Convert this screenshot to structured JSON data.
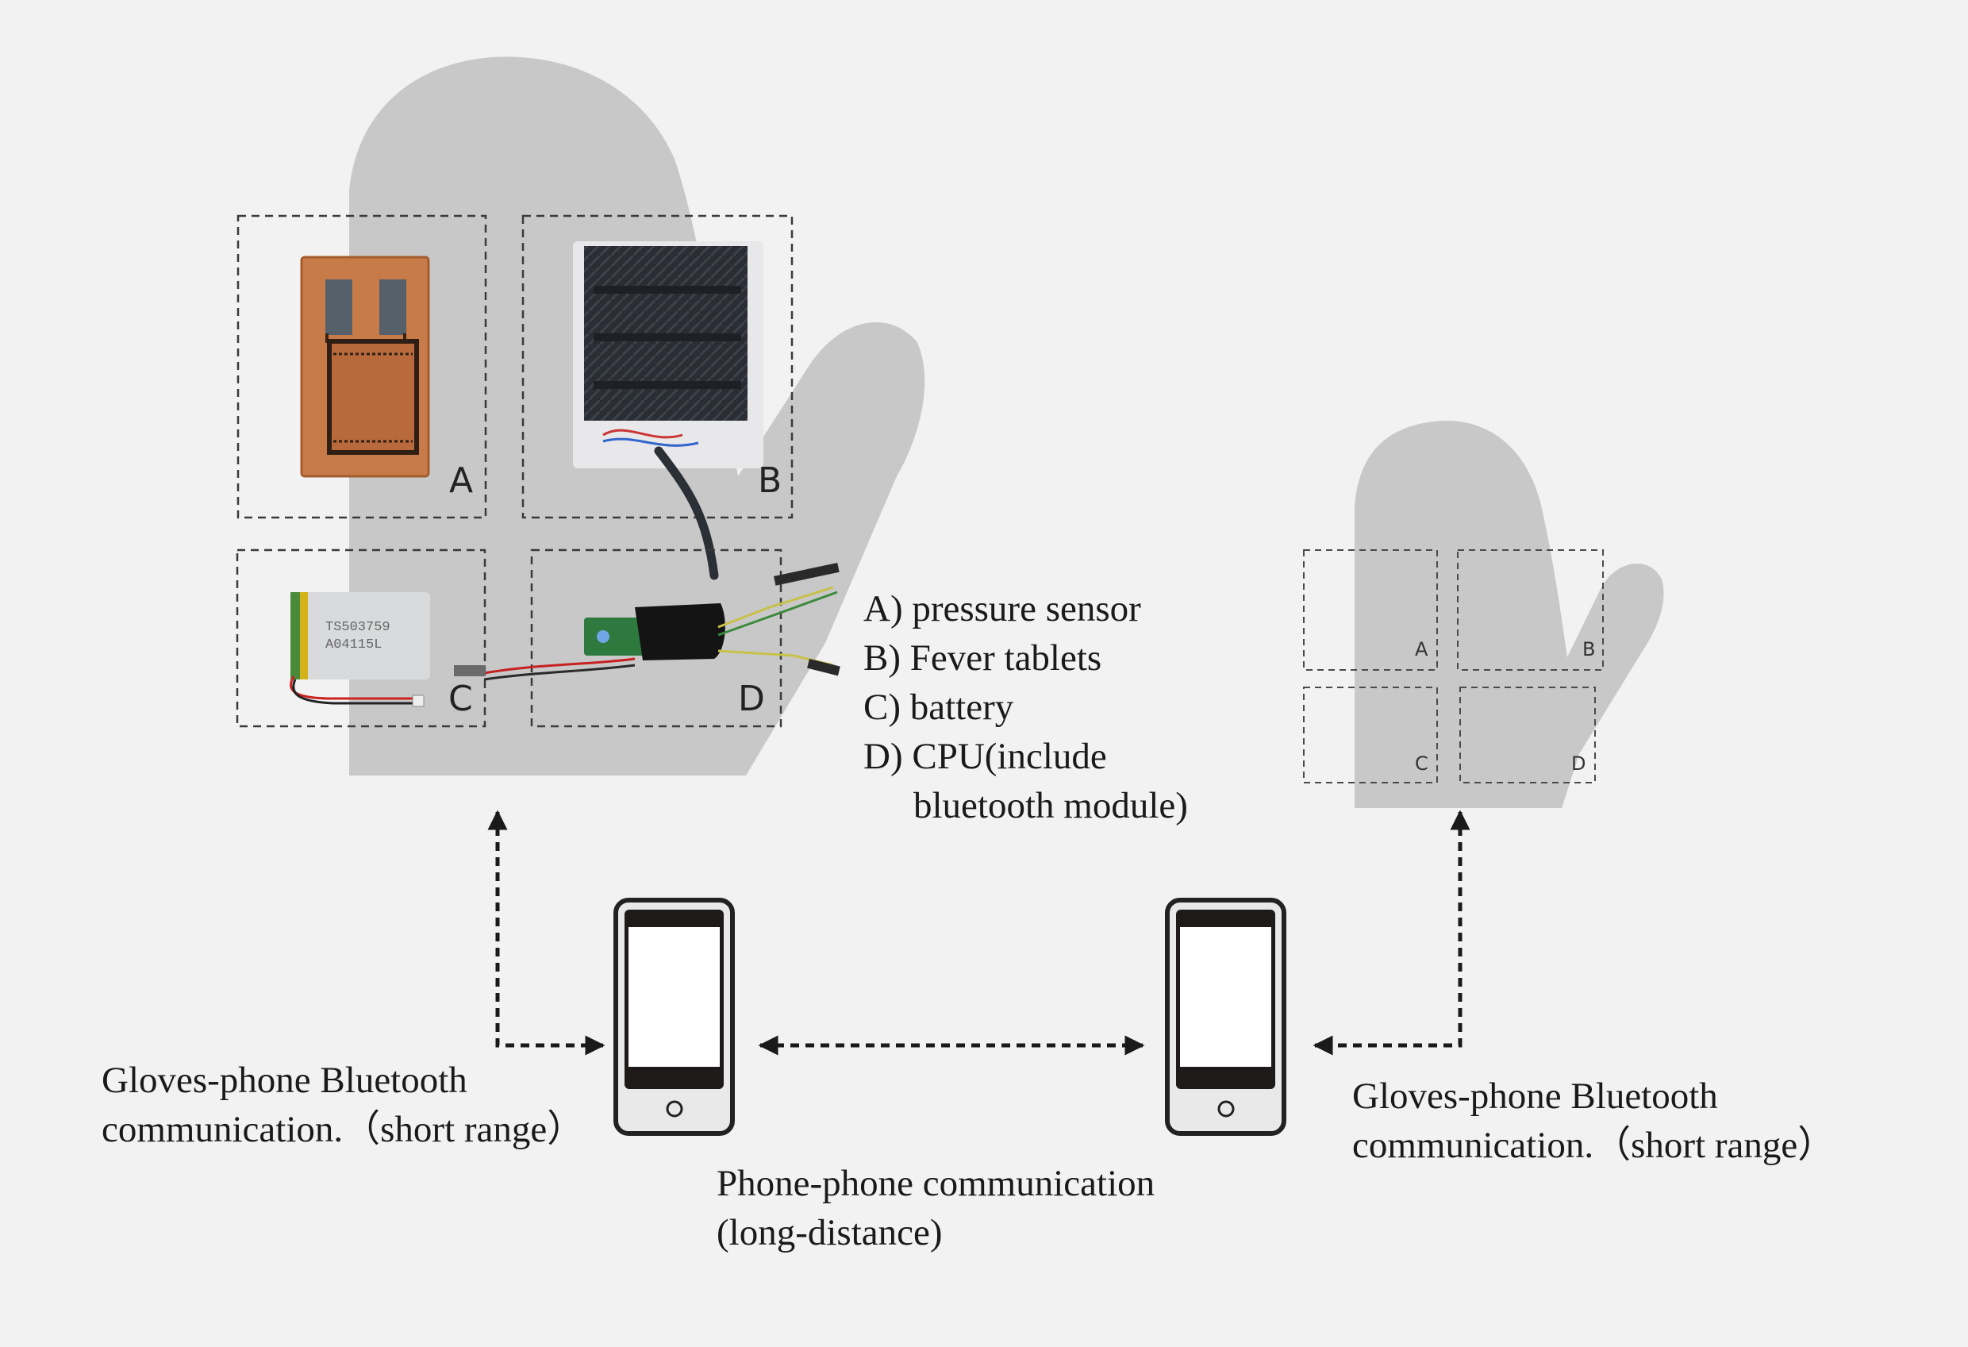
{
  "large_glove": {
    "box_letters": [
      "A",
      "B",
      "C",
      "D"
    ],
    "battery_print": [
      "TS503759",
      "A04115L"
    ]
  },
  "small_glove": {
    "box_letters": [
      "A",
      "B",
      "C",
      "D"
    ]
  },
  "legend": {
    "items": [
      "A) pressure sensor",
      "B) Fever tablets",
      "C) battery",
      "D) CPU(include"
    ],
    "continuation": "bluetooth module)"
  },
  "captions": {
    "left": [
      "Gloves-phone Bluetooth",
      "communication.（short range）"
    ],
    "right": [
      "Gloves-phone Bluetooth",
      "communication.（short range）"
    ],
    "center": [
      "Phone-phone communication",
      "(long-distance)"
    ]
  },
  "colors": {
    "background": "#f2f2f2",
    "glove": "#c8c8c8",
    "phone_outline": "#222222",
    "arrow": "#1a1a1a"
  }
}
